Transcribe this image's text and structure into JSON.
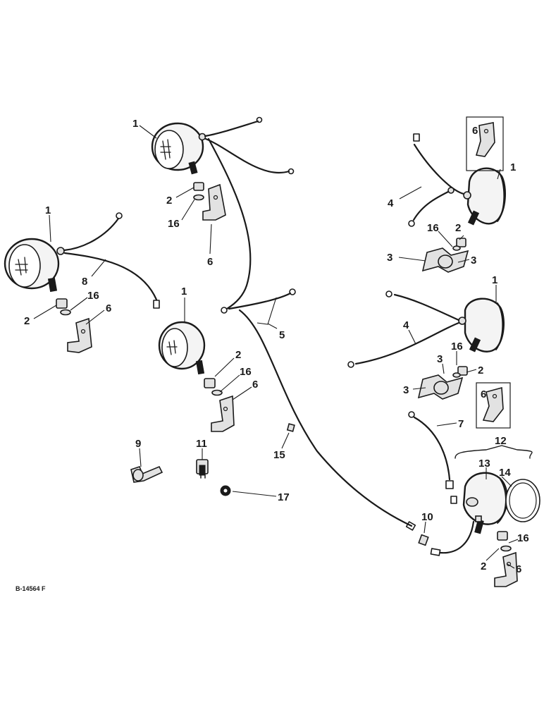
{
  "diagram": {
    "drawing_number": "B-14564 F",
    "callouts": {
      "c1": "1",
      "c2": "2",
      "c3": "3",
      "c4": "4",
      "c5": "5",
      "c6": "6",
      "c7": "7",
      "c8": "8",
      "c9": "9",
      "c10": "10",
      "c11": "11",
      "c12": "12",
      "c13": "13",
      "c14": "14",
      "c15": "15",
      "c16": "16",
      "c17": "17"
    }
  }
}
